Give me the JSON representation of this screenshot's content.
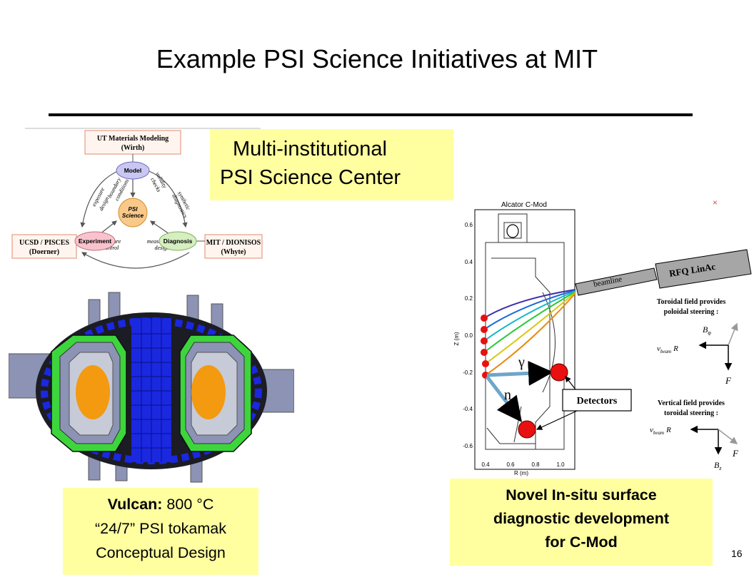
{
  "slide": {
    "title": "Example PSI Science Initiatives at MIT",
    "page_number": "16"
  },
  "center_callout": {
    "line1": "Multi-institutional",
    "line2": "PSI Science Center"
  },
  "psi_diagram": {
    "top_box": "UT Materials Modeling",
    "top_box_sub": "(Wirth)",
    "left_box": "UCSD / PISCES",
    "left_box_sub": "(Doerner)",
    "right_box": "MIT / DIONISOS",
    "right_box_sub": "(Whyte)",
    "node_model": "Model",
    "node_experiment": "Experiment",
    "node_diagnosis": "Diagnosis",
    "node_center_1": "PSI",
    "node_center_2": "Science",
    "arc_left_1": "exposure",
    "arc_left_2": "design",
    "arc_boundary_1": "boundary",
    "arc_boundary_2": "conditions",
    "arc_validity_1": "validity",
    "arc_validity_2": "checks",
    "arc_synthetic_1": "synthetic",
    "arc_synthetic_2": "diagnostics",
    "arc_bottom_left_1": "exposure",
    "arc_bottom_left_2": "control",
    "arc_bottom_right_1": "measurement",
    "arc_bottom_right_2": "design"
  },
  "vulcan_caption": {
    "line1_bold": "Vulcan:",
    "line1_rest": " 800 °C",
    "line2": "“24/7” PSI tokamak",
    "line3": "Conceptual Design"
  },
  "cmod_figure": {
    "title": "Alcator C-Mod",
    "y_axis_label": "Z (m)",
    "x_axis_label": "R (m)",
    "y_ticks": [
      "0.6",
      "0.4",
      "0.2",
      "0.0",
      "-0.2",
      "-0.4",
      "-0.6"
    ],
    "x_ticks": [
      "0.4",
      "0.6",
      "0.8",
      "1.0"
    ],
    "beamline": "beamline",
    "linac": "RFQ LinAc",
    "detectors": "Detectors",
    "gamma": "γ",
    "neutron": "n",
    "toroidal_1": "Toroidal field provides",
    "toroidal_2": "poloidal steering :",
    "vertical_1": "Vertical field provides",
    "vertical_2": "toroidal steering :",
    "b_phi": "B",
    "b_phi_sub": "φ",
    "b_z": "B",
    "b_z_sub": "z",
    "force": "F",
    "v_beam": "v",
    "v_beam_sub": "beam",
    "r_hat": "R"
  },
  "novel_caption": {
    "line1": "Novel In-situ surface",
    "line2": "diagnostic development",
    "line3": "for C-Mod"
  },
  "colors": {
    "callout_yellow": "#ffffa0",
    "node_model": "#c9c7f2",
    "node_center": "#f9c98a",
    "node_experiment": "#f8c3cc",
    "node_diagnosis": "#d6eec0",
    "tokamak_green": "#3cd63c",
    "tokamak_blue": "#1a28e0",
    "beam_gray": "#a6a6a6",
    "detector_red": "#e81010"
  }
}
